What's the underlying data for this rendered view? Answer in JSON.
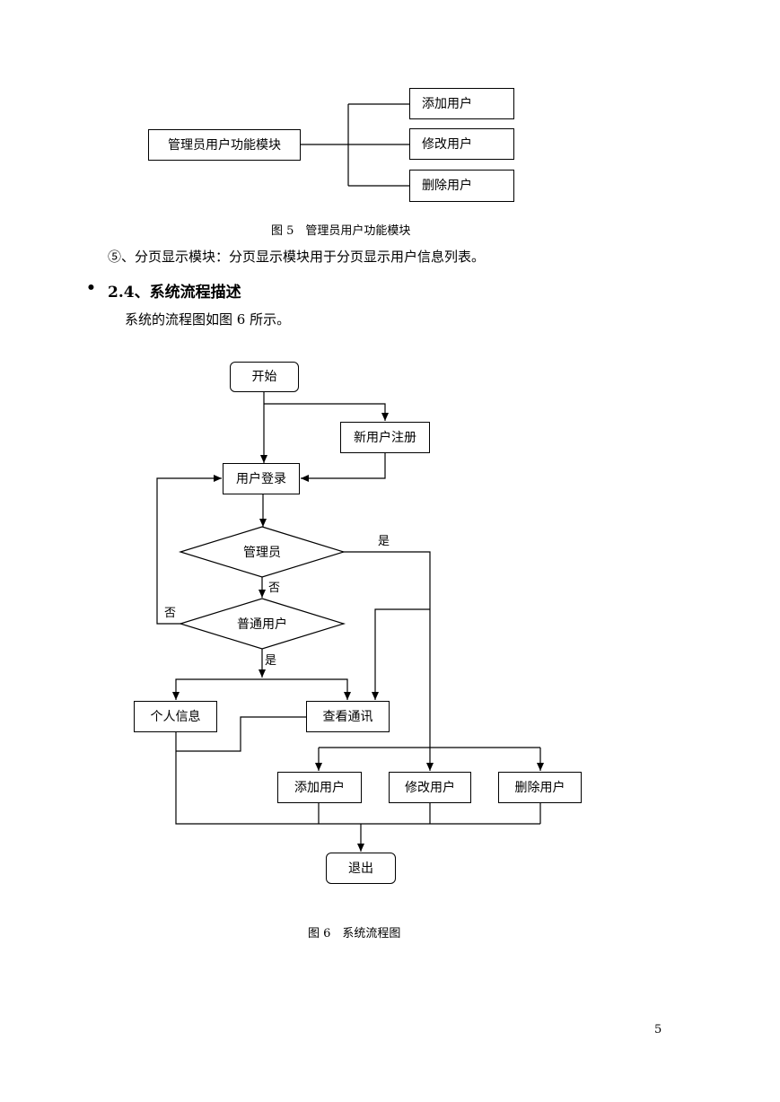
{
  "figure5": {
    "root": "管理员用户功能模块",
    "children": [
      "添加用户",
      "修改用户",
      "删除用户"
    ],
    "caption": "图 5　管理员用户功能模块"
  },
  "paragraph_paging": "⑤、分页显示模块：分页显示模块用于分页显示用户信息列表。",
  "section": {
    "bullet": "•",
    "title": "2.4、系统流程描述",
    "intro": "系统的流程图如图 6 所示。"
  },
  "figure6": {
    "start": "开始",
    "register": "新用户注册",
    "login": "用户登录",
    "decision_admin": "管理员",
    "decision_user": "普通用户",
    "label_yes_admin": "是",
    "label_no_admin": "否",
    "label_no_user": "否",
    "label_yes_user": "是",
    "personal_info": "个人信息",
    "view_contacts": "查看通讯",
    "add_user": "添加用户",
    "modify_user": "修改用户",
    "delete_user": "删除用户",
    "exit": "退出",
    "caption": "图 6　系统流程图"
  },
  "page_number": "5"
}
